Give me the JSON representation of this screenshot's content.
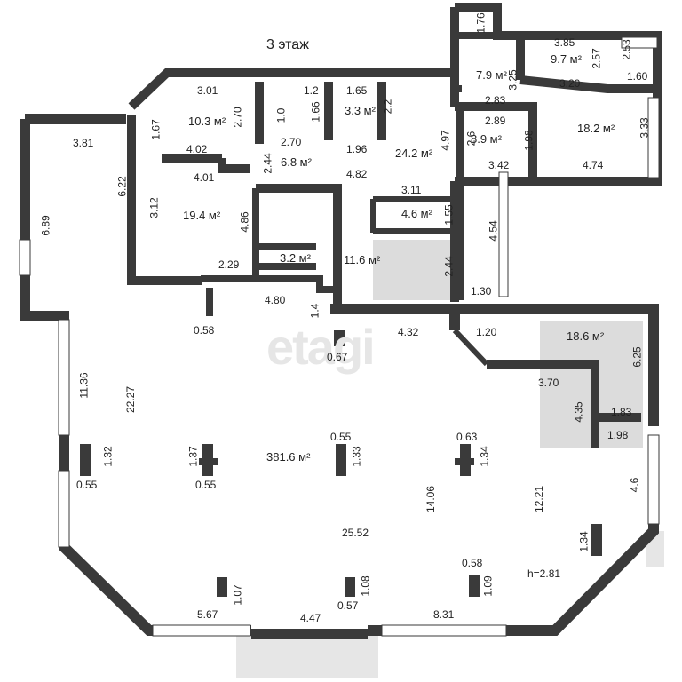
{
  "floor_label": "3 этаж",
  "watermark": "etagi",
  "ceiling_height": "h=2.81",
  "colors": {
    "wall": "#3a3a3a",
    "shaded": "#dcdcdc",
    "window": "#ffffff"
  },
  "rooms": {
    "main": "381.6 м²",
    "r10_3": "10.3 м²",
    "r6_8": "6.8 м²",
    "r3_3": "3.3 м²",
    "r24_2": "24.2 м²",
    "r19_4": "19.4 м²",
    "r3_2": "3.2 м²",
    "r11_6": "11.6 м²",
    "r4_6": "4.6 м²",
    "r7_9": "7.9 м²",
    "r9_7": "9.7 м²",
    "r8_9": "8.9 м²",
    "r18_2": "18.2 м²",
    "r18_6": "18.6 м²"
  },
  "dims": {
    "d1_76": "1.76",
    "d3_85": "3.85",
    "d2_53": "2.53",
    "d2_57": "2.57",
    "d3_25": "3.25",
    "d3_20": "3.20",
    "d1_60": "1.60",
    "d2_83": "2.83",
    "d2_89": "2.89",
    "d2_6": "2.6",
    "d1_98a": "1.98",
    "d3_33": "3.33",
    "d3_42": "3.42",
    "d4_74": "4.74",
    "d4_97": "4.97",
    "d3_01": "3.01",
    "d1_2": "1.2",
    "d1_65": "1.65",
    "d2_70a": "2.70",
    "d1_0": "1.0",
    "d1_66": "1.66",
    "d2_2": "2.2",
    "d1_67": "1.67",
    "d4_02": "4.02",
    "d2_70b": "2.70",
    "d1_96": "1.96",
    "d3_81": "3.81",
    "d2_44a": "2.44",
    "d4_01": "4.01",
    "d4_82": "4.82",
    "d6_22": "6.22",
    "d3_11": "3.11",
    "d3_12": "3.12",
    "d4_86": "4.86",
    "d1_55": "1.55",
    "d4_54": "4.54",
    "d6_89": "6.89",
    "d2_29": "2.29",
    "d2_44b": "2.44",
    "d1_30": "1.30",
    "d4_80": "4.80",
    "d1_4": "1.4",
    "d0_58a": "0.58",
    "d4_32": "4.32",
    "d1_20": "1.20",
    "d0_67": "0.67",
    "d6_25": "6.25",
    "d11_36": "11.36",
    "d22_27": "22.27",
    "d3_70": "3.70",
    "d4_35": "4.35",
    "d1_83": "1.83",
    "d1_98b": "1.98",
    "d0_55a": "0.55",
    "d0_63": "0.63",
    "d1_32": "1.32",
    "d1_37": "1.37",
    "d1_33": "1.33",
    "d1_34a": "1.34",
    "d0_55b": "0.55",
    "d0_55c": "0.55",
    "d14_06": "14.06",
    "d12_21": "12.21",
    "d4_6": "4.6",
    "d25_52": "25.52",
    "d1_34b": "1.34",
    "d0_58b": "0.58",
    "d1_07": "1.07",
    "d1_08": "1.08",
    "d1_09": "1.09",
    "d0_57": "0.57",
    "d5_67": "5.67",
    "d4_47": "4.47",
    "d8_31": "8.31"
  }
}
